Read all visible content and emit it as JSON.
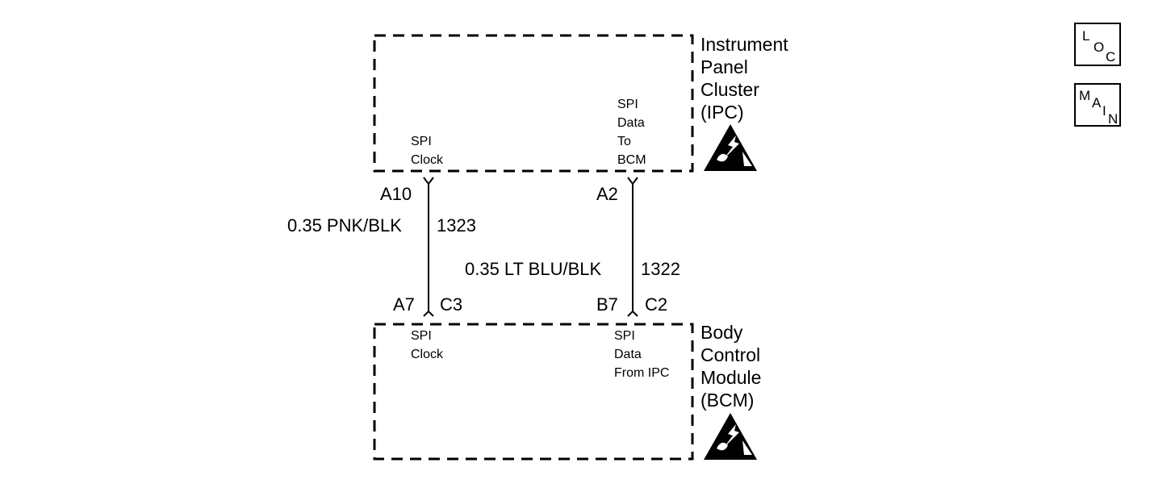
{
  "modules": {
    "ipc": {
      "name_lines": [
        "Instrument",
        "Panel",
        "Cluster",
        "(IPC)"
      ],
      "pins": [
        {
          "function": "SPI\nClock",
          "terminal": "A10"
        },
        {
          "function": "SPI\nData\nTo\nBCM",
          "terminal": "A2"
        }
      ]
    },
    "bcm": {
      "name_lines": [
        "Body",
        "Control",
        "Module",
        "(BCM)"
      ],
      "pins": [
        {
          "function": "SPI\nClock",
          "terminal": "A7",
          "connector": "C3"
        },
        {
          "function": "SPI\nData\nFrom IPC",
          "terminal": "B7",
          "connector": "C2"
        }
      ]
    }
  },
  "wires": [
    {
      "size_color": "0.35 PNK/BLK",
      "circuit": "1323"
    },
    {
      "size_color": "0.35 LT BLU/BLK",
      "circuit": "1322"
    }
  ],
  "nav": {
    "loc": {
      "letters": [
        "L",
        "O",
        "C"
      ]
    },
    "main": {
      "letters": [
        "M",
        "A",
        "I",
        "N"
      ]
    }
  },
  "esd_icon": "esd-sensitive-icon"
}
